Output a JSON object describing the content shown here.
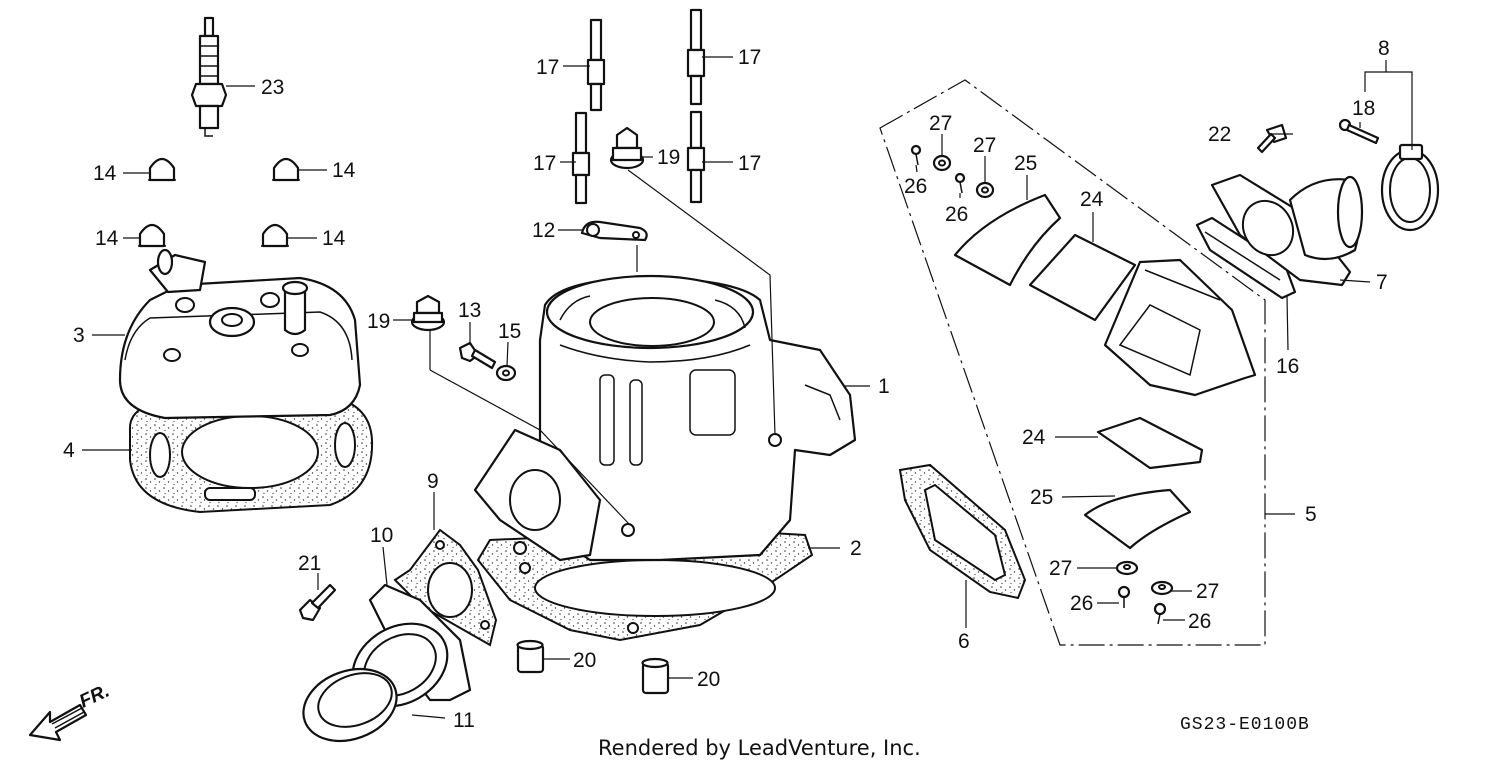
{
  "callouts": {
    "c1": "1",
    "c2": "2",
    "c3": "3",
    "c4": "4",
    "c5": "5",
    "c6": "6",
    "c7": "7",
    "c8": "8",
    "c9": "9",
    "c10": "10",
    "c11": "11",
    "c12": "12",
    "c13": "13",
    "c14a": "14",
    "c14b": "14",
    "c14c": "14",
    "c14d": "14",
    "c15": "15",
    "c16": "16",
    "c17a": "17",
    "c17b": "17",
    "c17c": "17",
    "c17d": "17",
    "c18": "18",
    "c19a": "19",
    "c19b": "19",
    "c20a": "20",
    "c20b": "20",
    "c21": "21",
    "c22": "22",
    "c23": "23",
    "c24a": "24",
    "c24b": "24",
    "c25a": "25",
    "c25b": "25",
    "c26a": "26",
    "c26b": "26",
    "c26c": "26",
    "c26d": "26",
    "c27a": "27",
    "c27b": "27",
    "c27c": "27",
    "c27d": "27"
  },
  "diagram_code": "GS23-E0100B",
  "credit": "Rendered by LeadVenture, Inc.",
  "direction_label": "FR."
}
